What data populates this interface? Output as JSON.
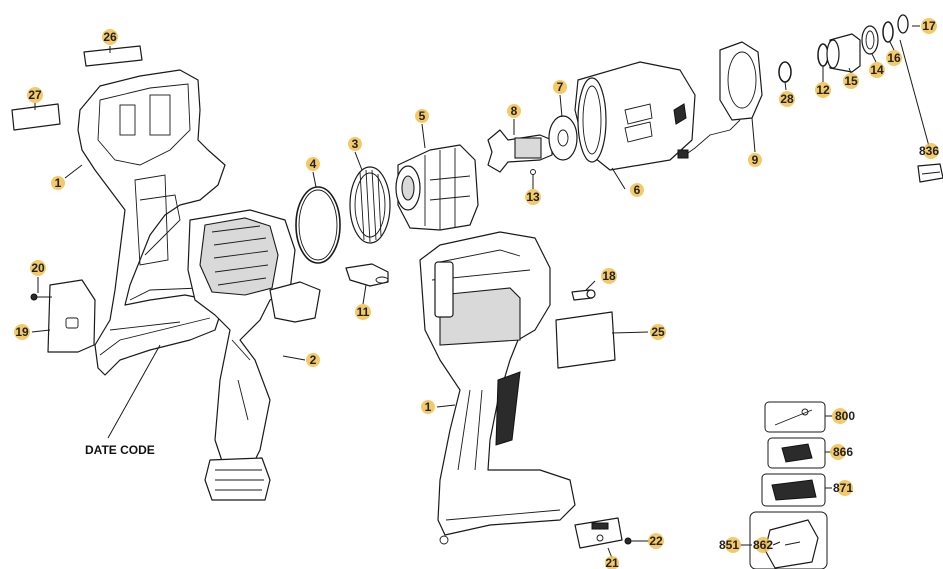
{
  "diagram": {
    "callouts": [
      {
        "id": "c26",
        "label": "26"
      },
      {
        "id": "c27",
        "label": "27"
      },
      {
        "id": "c1a",
        "label": "1"
      },
      {
        "id": "c20",
        "label": "20"
      },
      {
        "id": "c19",
        "label": "19"
      },
      {
        "id": "c4",
        "label": "4"
      },
      {
        "id": "c3",
        "label": "3"
      },
      {
        "id": "c5",
        "label": "5"
      },
      {
        "id": "c8",
        "label": "8"
      },
      {
        "id": "c7",
        "label": "7"
      },
      {
        "id": "c13",
        "label": "13"
      },
      {
        "id": "c6",
        "label": "6"
      },
      {
        "id": "c9",
        "label": "9"
      },
      {
        "id": "c28",
        "label": "28"
      },
      {
        "id": "c12",
        "label": "12"
      },
      {
        "id": "c15",
        "label": "15"
      },
      {
        "id": "c14",
        "label": "14"
      },
      {
        "id": "c16",
        "label": "16"
      },
      {
        "id": "c17",
        "label": "17"
      },
      {
        "id": "c836",
        "label": "836"
      },
      {
        "id": "c11",
        "label": "11"
      },
      {
        "id": "c2",
        "label": "2"
      },
      {
        "id": "c18",
        "label": "18"
      },
      {
        "id": "c25",
        "label": "25"
      },
      {
        "id": "c1b",
        "label": "1"
      },
      {
        "id": "c800",
        "label": "800"
      },
      {
        "id": "c866",
        "label": "866"
      },
      {
        "id": "c871",
        "label": "871"
      },
      {
        "id": "c851",
        "label": "851"
      },
      {
        "id": "c862",
        "label": "862"
      },
      {
        "id": "c21",
        "label": "21"
      },
      {
        "id": "c22",
        "label": "22"
      }
    ],
    "date_code_label": "DATE CODE"
  }
}
